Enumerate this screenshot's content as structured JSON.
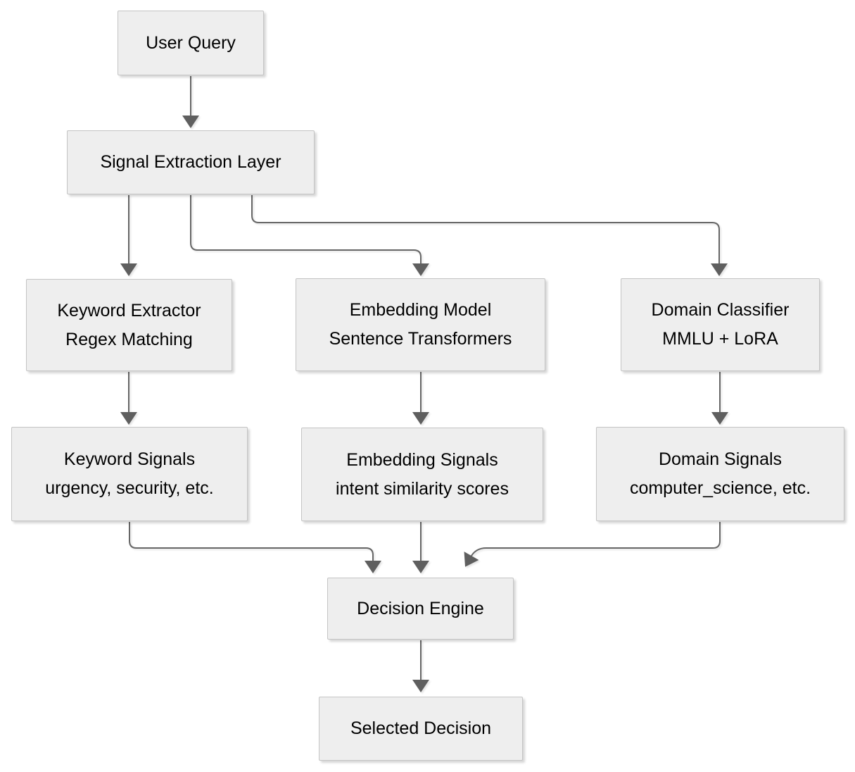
{
  "diagram": {
    "colors": {
      "node_fill": "#eeeeee",
      "node_border": "#c4c4c4",
      "edge": "#666666",
      "arrowhead": "#5f5f5f",
      "text": "#000000",
      "background": "#ffffff"
    },
    "nodes": {
      "user_query": {
        "label": "User Query"
      },
      "signal_extraction": {
        "label": "Signal Extraction Layer"
      },
      "keyword_extractor": {
        "title": "Keyword Extractor",
        "subtitle": "Regex Matching"
      },
      "embedding_model": {
        "title": "Embedding Model",
        "subtitle": "Sentence Transformers"
      },
      "domain_classifier": {
        "title": "Domain Classifier",
        "subtitle": "MMLU + LoRA"
      },
      "keyword_signals": {
        "title": "Keyword Signals",
        "subtitle": "urgency, security, etc."
      },
      "embedding_signals": {
        "title": "Embedding Signals",
        "subtitle": "intent similarity scores"
      },
      "domain_signals": {
        "title": "Domain Signals",
        "subtitle": "computer_science, etc."
      },
      "decision_engine": {
        "label": "Decision Engine"
      },
      "selected_decision": {
        "label": "Selected Decision"
      }
    },
    "edges": [
      {
        "from": "user_query",
        "to": "signal_extraction"
      },
      {
        "from": "signal_extraction",
        "to": "keyword_extractor"
      },
      {
        "from": "signal_extraction",
        "to": "embedding_model"
      },
      {
        "from": "signal_extraction",
        "to": "domain_classifier"
      },
      {
        "from": "keyword_extractor",
        "to": "keyword_signals"
      },
      {
        "from": "embedding_model",
        "to": "embedding_signals"
      },
      {
        "from": "domain_classifier",
        "to": "domain_signals"
      },
      {
        "from": "keyword_signals",
        "to": "decision_engine"
      },
      {
        "from": "embedding_signals",
        "to": "decision_engine"
      },
      {
        "from": "domain_signals",
        "to": "decision_engine"
      },
      {
        "from": "decision_engine",
        "to": "selected_decision"
      }
    ]
  }
}
